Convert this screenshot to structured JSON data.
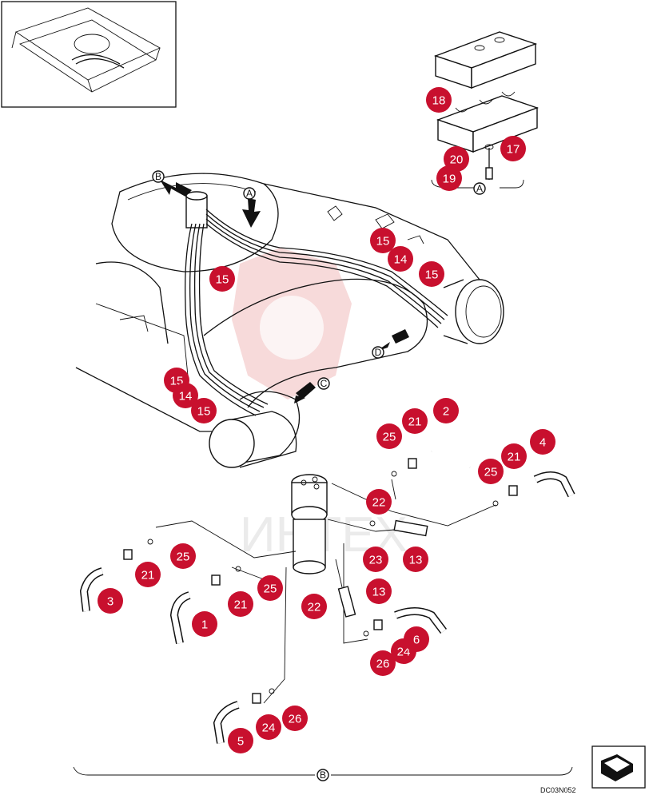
{
  "diagram": {
    "drawing_code": "DC03N052",
    "view_refs": {
      "A": "A",
      "B": "B",
      "C": "C",
      "D": "D"
    },
    "watermark_text": "ИНТЕХ",
    "callouts": [
      {
        "id": "c18",
        "label": "18"
      },
      {
        "id": "c17",
        "label": "17"
      },
      {
        "id": "c20",
        "label": "20"
      },
      {
        "id": "c19",
        "label": "19"
      },
      {
        "id": "c15a",
        "label": "15"
      },
      {
        "id": "c14a",
        "label": "14"
      },
      {
        "id": "c15b",
        "label": "15"
      },
      {
        "id": "c15c",
        "label": "15"
      },
      {
        "id": "c15d",
        "label": "15"
      },
      {
        "id": "c14b",
        "label": "14"
      },
      {
        "id": "c15e",
        "label": "15"
      },
      {
        "id": "c2",
        "label": "2"
      },
      {
        "id": "c21a",
        "label": "21"
      },
      {
        "id": "c25a",
        "label": "25"
      },
      {
        "id": "c4",
        "label": "4"
      },
      {
        "id": "c21b",
        "label": "21"
      },
      {
        "id": "c25b",
        "label": "25"
      },
      {
        "id": "c22a",
        "label": "22"
      },
      {
        "id": "c13a",
        "label": "13"
      },
      {
        "id": "c23",
        "label": "23"
      },
      {
        "id": "c25c",
        "label": "25"
      },
      {
        "id": "c21c",
        "label": "21"
      },
      {
        "id": "c25d",
        "label": "25"
      },
      {
        "id": "c21d",
        "label": "21"
      },
      {
        "id": "c3",
        "label": "3"
      },
      {
        "id": "c1",
        "label": "1"
      },
      {
        "id": "c22b",
        "label": "22"
      },
      {
        "id": "c13b",
        "label": "13"
      },
      {
        "id": "c24a",
        "label": "24"
      },
      {
        "id": "c6",
        "label": "6"
      },
      {
        "id": "c26a",
        "label": "26"
      },
      {
        "id": "c24b",
        "label": "24"
      },
      {
        "id": "c26b",
        "label": "26"
      },
      {
        "id": "c5",
        "label": "5"
      }
    ]
  }
}
